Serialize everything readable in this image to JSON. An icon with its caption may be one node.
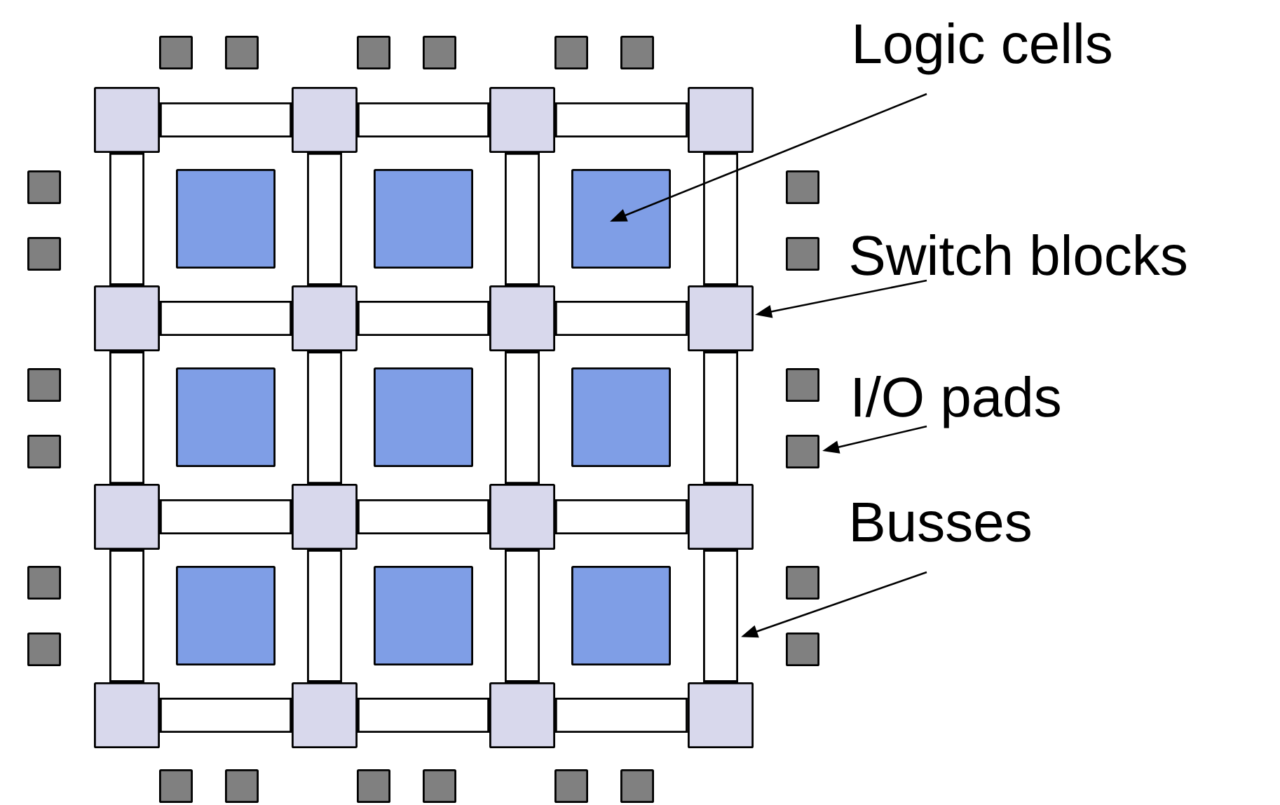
{
  "diagram": {
    "nodes": [
      {
        "text": [
          "Logic cells"
        ]
      },
      {
        "text": [
          "Switch blocks"
        ]
      },
      {
        "text": [
          "I/O pads"
        ]
      },
      {
        "text": [
          "Busses"
        ]
      },
      {
        "text": [],
        "shape": "box"
      },
      {
        "text": [],
        "shape": "box"
      },
      {
        "text": [],
        "shape": "box"
      },
      {
        "text": [],
        "shape": "box"
      },
      {
        "text": [],
        "shape": "box"
      },
      {
        "text": [],
        "shape": "box"
      },
      {
        "text": [],
        "shape": "box"
      },
      {
        "text": [],
        "shape": "box"
      },
      {
        "text": [],
        "shape": "box"
      },
      {
        "text": [],
        "shape": "box"
      },
      {
        "text": [],
        "shape": "box"
      },
      {
        "text": [],
        "shape": "box"
      },
      {
        "text": [],
        "shape": "box"
      },
      {
        "text": [],
        "shape": "box"
      },
      {
        "text": [],
        "shape": "box"
      },
      {
        "text": [],
        "shape": "box"
      },
      {
        "text": [],
        "shape": "box"
      },
      {
        "text": [],
        "shape": "box"
      },
      {
        "text": [],
        "shape": "box"
      },
      {
        "text": [],
        "shape": "box"
      },
      {
        "text": [],
        "shape": "box"
      },
      {
        "text": [],
        "shape": "box"
      },
      {
        "text": [],
        "shape": "box"
      },
      {
        "text": [],
        "shape": "box"
      },
      {
        "text": [],
        "shape": "box"
      },
      {
        "text": [],
        "shape": "bar"
      },
      {
        "text": [],
        "shape": "bar"
      },
      {
        "text": [],
        "shape": "bar"
      },
      {
        "text": [],
        "shape": "bar"
      },
      {
        "text": [],
        "shape": "bar"
      },
      {
        "text": [],
        "shape": "bar"
      },
      {
        "text": [],
        "shape": "bar"
      },
      {
        "text": [],
        "shape": "bar"
      },
      {
        "text": [],
        "shape": "bar"
      },
      {
        "text": [],
        "shape": "bar"
      },
      {
        "text": [],
        "shape": "bar"
      },
      {
        "text": [],
        "shape": "bar"
      },
      {
        "text": [],
        "shape": "bar"
      },
      {
        "text": [],
        "shape": "bar"
      },
      {
        "text": [],
        "shape": "bar"
      },
      {
        "text": [],
        "shape": "bar"
      },
      {
        "text": [],
        "shape": "bar"
      },
      {
        "text": [],
        "shape": "bar"
      },
      {
        "text": [],
        "shape": "bar"
      },
      {
        "text": [],
        "shape": "bar"
      },
      {
        "text": [],
        "shape": "bar"
      },
      {
        "text": [],
        "shape": "bar"
      },
      {
        "text": [],
        "shape": "bar"
      },
      {
        "text": [],
        "shape": "bar"
      },
      {
        "text": [],
        "shape": "box"
      },
      {
        "text": [],
        "shape": "box"
      },
      {
        "text": [],
        "shape": "box"
      },
      {
        "text": [],
        "shape": "box"
      },
      {
        "text": [],
        "shape": "box"
      },
      {
        "text": [],
        "shape": "box"
      },
      {
        "text": [],
        "shape": "box"
      },
      {
        "text": [],
        "shape": "box"
      },
      {
        "text": [],
        "shape": "box"
      },
      {
        "text": [],
        "shape": "box"
      },
      {
        "text": [],
        "shape": "box"
      },
      {
        "text": [],
        "shape": "box"
      },
      {
        "text": [],
        "shape": "box"
      },
      {
        "text": [],
        "shape": "box"
      },
      {
        "text": [],
        "shape": "box"
      },
      {
        "text": [],
        "shape": "box"
      },
      {
        "text": [],
        "shape": "box"
      },
      {
        "text": [],
        "shape": "box"
      },
      {
        "text": [],
        "shape": "box"
      },
      {
        "text": [],
        "shape": "box"
      },
      {
        "text": [],
        "shape": "box"
      },
      {
        "text": [],
        "shape": "box"
      },
      {
        "text": [],
        "shape": "box"
      },
      {
        "text": [],
        "shape": "box"
      }
    ],
    "edges": [
      {
        "from": 0,
        "to": 22,
        "arrow": "to"
      },
      {
        "from": 1,
        "to": 11,
        "arrow": "to"
      },
      {
        "from": 2,
        "to": 68,
        "arrow": "to"
      },
      {
        "from": 3,
        "to": 52,
        "arrow": "to"
      }
    ]
  }
}
